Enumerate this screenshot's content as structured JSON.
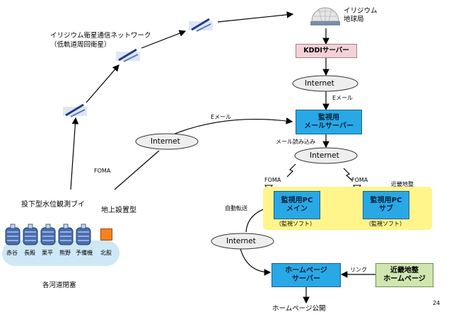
{
  "satellite": {
    "title_line1": "イリジウム衛星通信ネットワーク",
    "title_line2": "（低軌道周回衛星）"
  },
  "ground_station": {
    "line1": "イリジウム",
    "line2": "地球局"
  },
  "kddi_server": {
    "label": "KDDIサーバー"
  },
  "clouds": {
    "internet_top": "Internet",
    "internet_left": "Internet",
    "internet_mid": "Internet",
    "internet_bottom": "Internet"
  },
  "mail_server": {
    "line1": "監視用",
    "line2": "メールサーバー"
  },
  "labels": {
    "email_right": "Eメール",
    "email_left": "Eメール",
    "mail_read": "メール読み込み",
    "foma_left": "FOMA",
    "foma_pc1": "FOMA",
    "foma_pc2": "FOMA",
    "kinki_small": "近畿地整",
    "auto_forward": "自動転送",
    "link": "リンク",
    "ground_type": "地上設置型",
    "buoy_type": "投下型水位観測ブイ",
    "rivers": "各河道閉塞",
    "homepage_public": "ホームページ公開",
    "page_number": "24"
  },
  "pc_main": {
    "line1": "監視用PC",
    "line2": "メイン",
    "note": "（監視ソフト）"
  },
  "pc_sub": {
    "line1": "監視用PC",
    "line2": "サブ",
    "note": "（監視ソフト）"
  },
  "homepage_server": {
    "line1": "ホームページ",
    "line2": "サーバー"
  },
  "kinki_homepage": {
    "line1": "近畿地整",
    "line2": "ホームページ"
  },
  "sites": [
    "赤谷",
    "長殿",
    "栗平",
    "熊野",
    "予備機",
    "北股"
  ],
  "colors": {
    "server_blue": "#29a8e6",
    "highlight_yellow": "#fff58a",
    "kddi_pink": "#f2d2d8",
    "kinki_green": "#cfe6b0"
  }
}
